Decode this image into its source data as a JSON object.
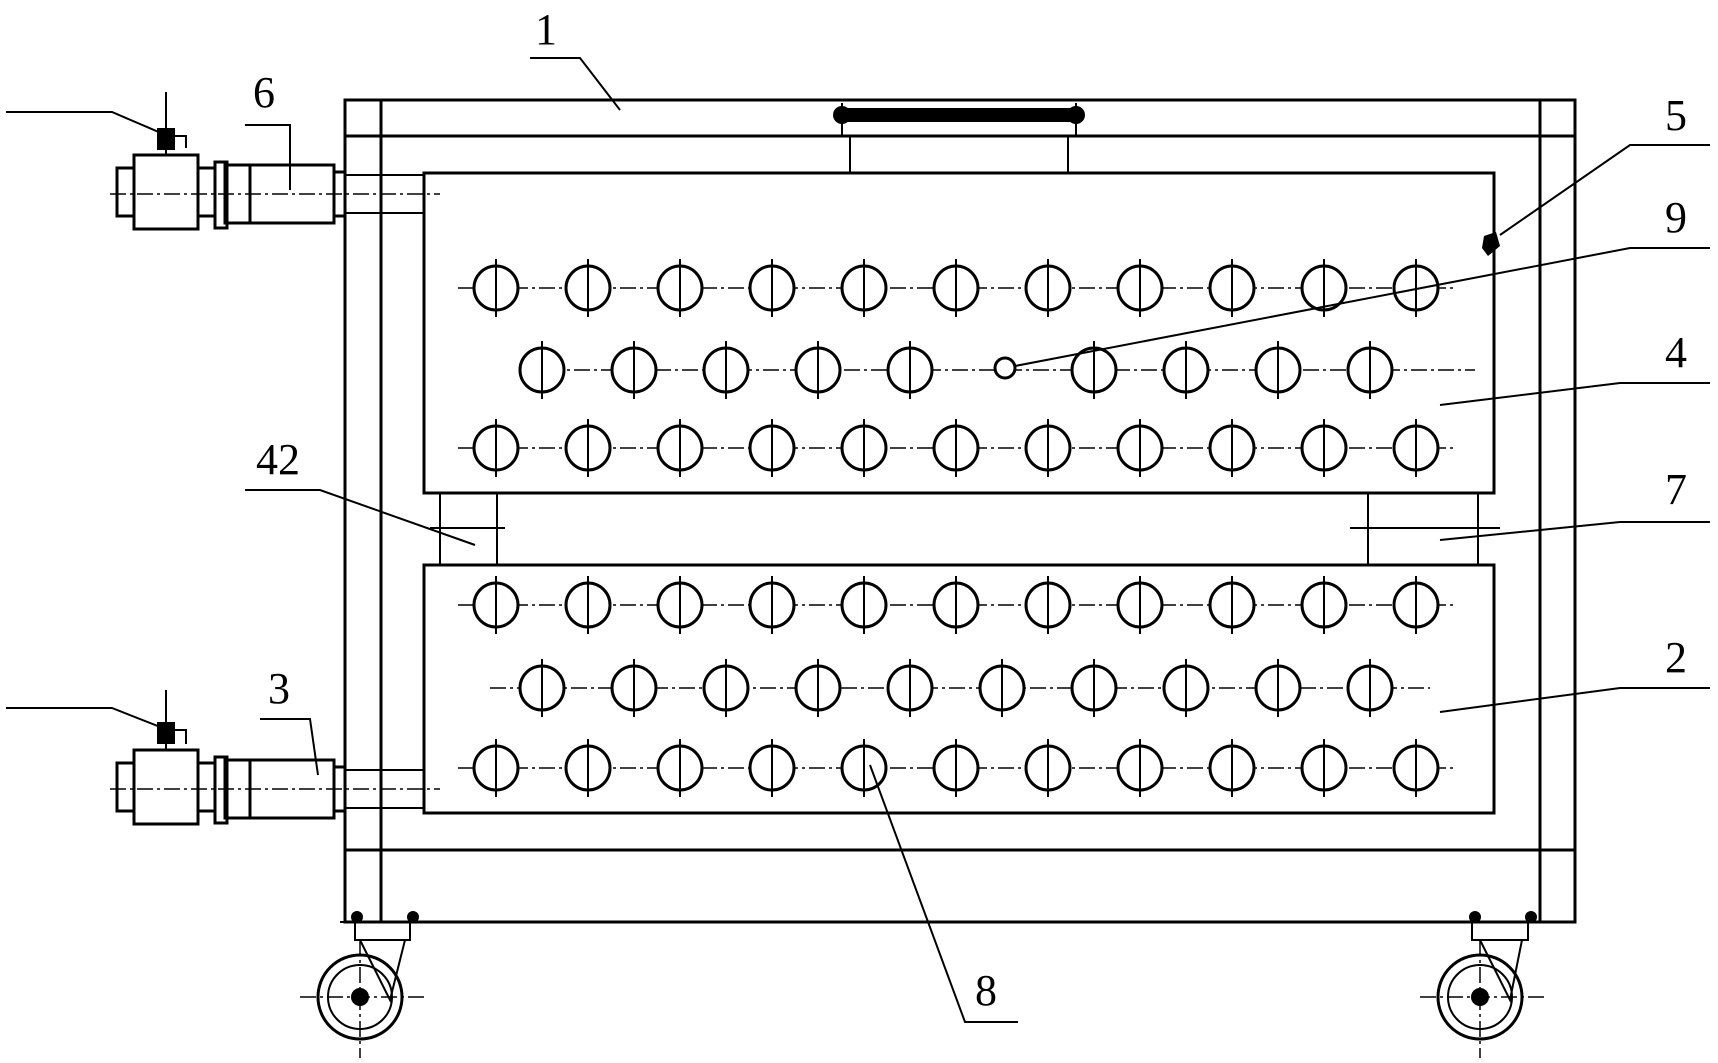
{
  "labels": {
    "l1": "1",
    "l2": "2",
    "l3": "3",
    "l4": "4",
    "l5": "5",
    "l6": "6",
    "l7": "7",
    "l8": "8",
    "l9": "9",
    "l42": "42"
  },
  "colors": {
    "line": "#000000",
    "background": "#ffffff"
  },
  "structure": {
    "upper_tray_rows": [
      11,
      10,
      11
    ],
    "lower_tray_rows": [
      11,
      10,
      11
    ],
    "valves": 2,
    "casters": 2
  }
}
